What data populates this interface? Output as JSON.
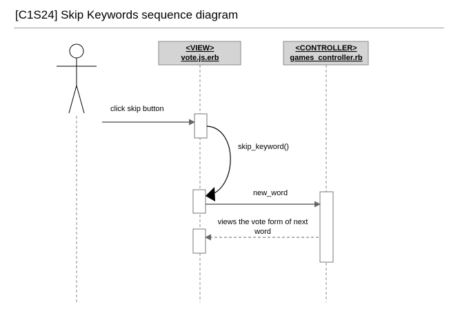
{
  "page": {
    "title": "[C1S24] Skip Keywords sequence diagram"
  },
  "participants": [
    {
      "id": "user",
      "kind": "actor",
      "stereotype": "",
      "name": ""
    },
    {
      "id": "view",
      "kind": "object",
      "stereotype": "<VIEW>",
      "name": "vote.js.erb"
    },
    {
      "id": "controller",
      "kind": "object",
      "stereotype": "<CONTROLLER>",
      "name": "games_controller.rb"
    }
  ],
  "messages": [
    {
      "id": "m1",
      "from": "user",
      "to": "view",
      "style": "sync",
      "label": "click skip button"
    },
    {
      "id": "m2",
      "from": "view",
      "to": "view",
      "style": "self",
      "label": "skip_keyword()"
    },
    {
      "id": "m3",
      "from": "view",
      "to": "controller",
      "style": "sync",
      "label": "new_word"
    },
    {
      "id": "m4",
      "from": "controller",
      "to": "view",
      "style": "return",
      "label_lines": [
        "views the vote form of next",
        "word"
      ]
    }
  ],
  "colors": {
    "object_box_fill": "#d4d4d4",
    "object_box_border": "#888888",
    "lifeline": "#888888",
    "message": "#666666",
    "activation_border": "#777777"
  }
}
